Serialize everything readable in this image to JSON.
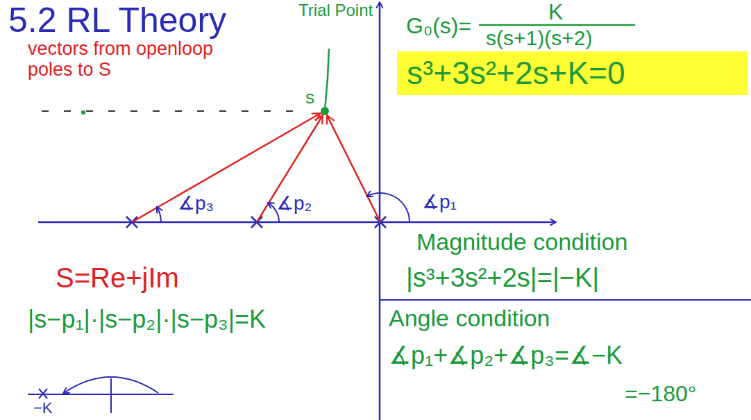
{
  "diagram": {
    "title": "5.2 RL Theory",
    "nodes": [
      {
        "text": [
          "s³+3s²+2s+K=0"
        ]
      }
    ],
    "edges": [],
    "labels": [
      "Trial Point",
      "vectors from openloop poles to S",
      "G₀(s)=",
      "K",
      "s(s+1)(s+2)",
      "s",
      "∡p₃",
      "∡p₂",
      "∡p₁",
      "S=Re+jIm",
      "|s−p₁|·|s−p₂|·|s−p₃|=K",
      "Magnitude condition",
      "|s³+3s²+2s|=|−K|",
      "Angle condition",
      "∡p₁+∡p₂+∡p₃=∡−K",
      "=−180°",
      "−K"
    ]
  }
}
